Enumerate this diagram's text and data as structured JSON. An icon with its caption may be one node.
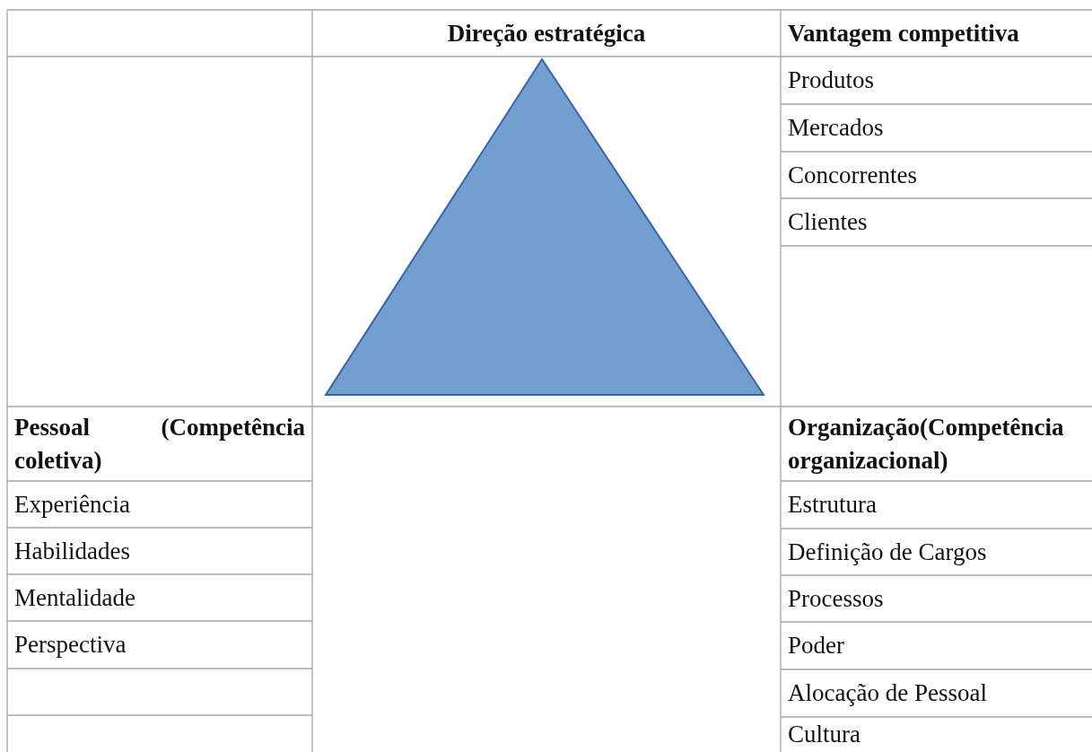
{
  "diagram": {
    "labels": [
      "Direção estratégica",
      "Vantagem competitiva",
      "Produtos",
      "Mercados",
      "Concorrentes",
      "Clientes",
      "Pessoal (Competência coletiva)",
      "Organização(Competência organizacional)",
      "Experiência",
      "Estrutura",
      "Habilidades",
      "Definição de Cargos",
      "Mentalidade",
      "Processos",
      "Perspectiva",
      "Poder",
      "Alocação de Pessoal",
      "Cultura"
    ]
  }
}
